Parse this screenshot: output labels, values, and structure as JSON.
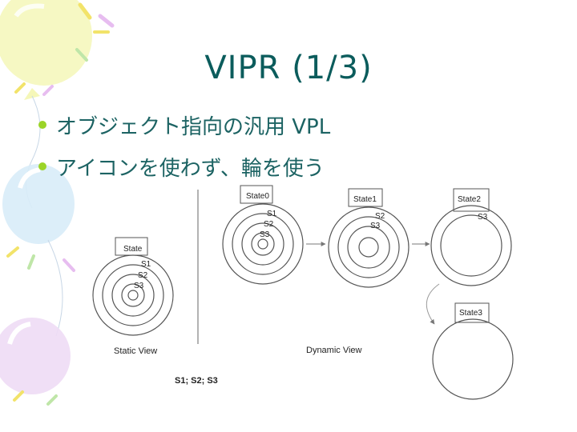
{
  "slide": {
    "title": "VIPR (1/3)",
    "bullets": [
      "オブジェクト指向の汎用 VPL",
      "アイコンを使わず、輪を使う"
    ]
  },
  "figure": {
    "static": {
      "box": "State",
      "labels": [
        "S1",
        "S2",
        "S3"
      ],
      "caption": "Static View"
    },
    "dynamic": {
      "states": [
        {
          "box": "State0",
          "labels": [
            "S1",
            "S2",
            "S3"
          ]
        },
        {
          "box": "State1",
          "labels": [
            "S2",
            "S3"
          ]
        },
        {
          "box": "State2",
          "labels": [
            "S3"
          ]
        },
        {
          "box": "State3",
          "labels": []
        }
      ],
      "caption": "Dynamic View"
    },
    "sequence_label": "S1; S2; S3"
  },
  "colors": {
    "title": "#0b5c5c",
    "bullet_text": "#1c6363",
    "bullet_dot": "#9bd428",
    "balloons": [
      "#f3f6a0",
      "#cfe8f6",
      "#ead7f3"
    ]
  }
}
